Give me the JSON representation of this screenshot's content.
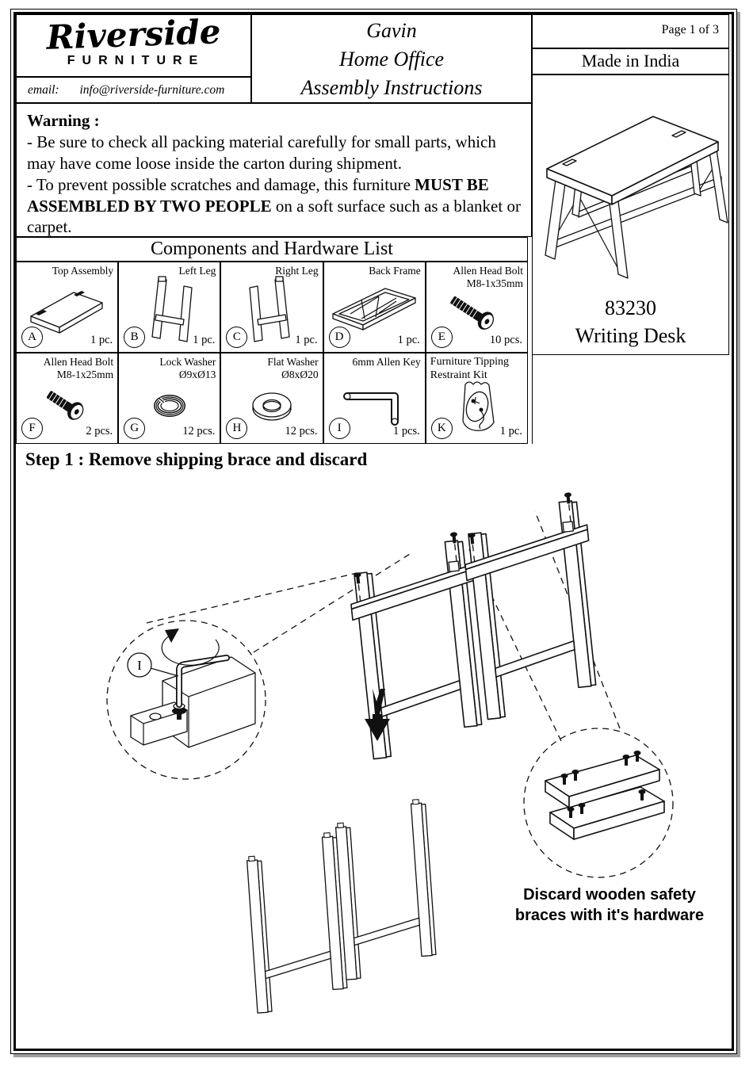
{
  "brand": {
    "name": "Riverside",
    "subname": "FURNITURE",
    "email_label": "email:",
    "email": "info@riverside-furniture.com"
  },
  "header": {
    "title_line1": "Gavin",
    "title_line2": "Home Office",
    "title_line3": "Assembly Instructions",
    "page_label": "Page 1 of 3",
    "made_in": "Made in India",
    "model": "83230",
    "product": "Writing Desk"
  },
  "warning": {
    "title": "Warning :",
    "point1": "- Be sure to check all packing material carefully for small parts, which may have come loose inside the carton during shipment.",
    "point2_pre": "- To prevent possible scratches and damage, this furniture ",
    "point2_bold": "MUST BE ASSEMBLED BY TWO PEOPLE",
    "point2_post": " on a soft surface such as a blanket or carpet."
  },
  "components": {
    "title": "Components and Hardware List",
    "items": [
      {
        "letter": "A",
        "line1": "Top Assembly",
        "line2": "",
        "qty": "1 pc."
      },
      {
        "letter": "B",
        "line1": "Left Leg",
        "line2": "",
        "qty": "1 pc."
      },
      {
        "letter": "C",
        "line1": "Right Leg",
        "line2": "",
        "qty": "1 pc."
      },
      {
        "letter": "D",
        "line1": "Back Frame",
        "line2": "",
        "qty": "1 pc."
      },
      {
        "letter": "E",
        "line1": "Allen Head Bolt",
        "line2": "M8-1x35mm",
        "qty": "10 pcs."
      },
      {
        "letter": "F",
        "line1": "Allen Head Bolt",
        "line2": "M8-1x25mm",
        "qty": "2 pcs."
      },
      {
        "letter": "G",
        "line1": "Lock Washer",
        "line2": "Ø9xØ13",
        "qty": "12 pcs."
      },
      {
        "letter": "H",
        "line1": "Flat Washer",
        "line2": "Ø8xØ20",
        "qty": "12 pcs."
      },
      {
        "letter": "I",
        "line1": "6mm Allen Key",
        "line2": "",
        "qty": "1 pcs."
      },
      {
        "letter": "K",
        "line1": "Furniture Tipping",
        "line2": "Restraint Kit",
        "qty": "1 pc."
      }
    ]
  },
  "step1": {
    "title": "Step 1 : Remove shipping brace and discard",
    "detail_label": "I",
    "note_line1": "Discard wooden safety",
    "note_line2": "braces with it's hardware"
  },
  "colors": {
    "ink": "#111111",
    "paper": "#ffffff",
    "shadow": "#a0a0a0"
  }
}
